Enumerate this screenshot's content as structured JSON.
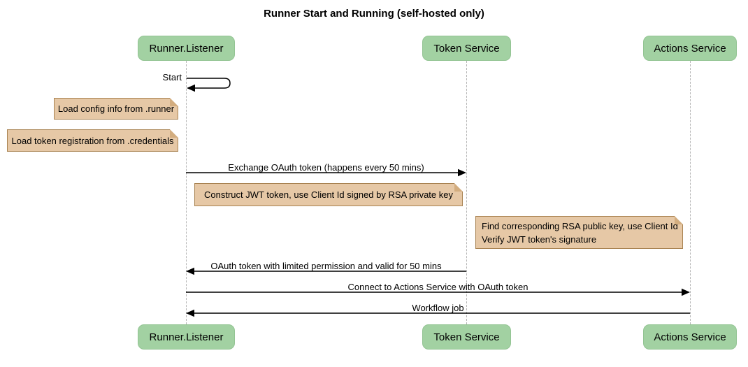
{
  "title": "Runner Start and Running (self-hosted only)",
  "participants": [
    {
      "name": "Runner.Listener"
    },
    {
      "name": "Token Service"
    },
    {
      "name": "Actions Service"
    }
  ],
  "messages": {
    "start": "Start",
    "exchange": "Exchange OAuth token (happens every 50 mins)",
    "oauth_return": "OAuth token with limited permission and valid for 50 mins",
    "connect": "Connect to Actions Service with OAuth token",
    "workflow": "Workflow job"
  },
  "notes": {
    "config": "Load config info from .runner",
    "credentials": "Load token registration from .credentials",
    "jwt": "Construct JWT token, use Client Id signed by RSA private key",
    "verify_line1": "Find corresponding RSA public key, use Client Id",
    "verify_line2": "Verify JWT token's signature"
  },
  "colors": {
    "participant_fill": "#a2d1a2",
    "note_fill": "#e6c8a6",
    "note_border": "#a98352",
    "lifeline": "#b5b5b5",
    "message_line": "#000000",
    "background": "#ffffff"
  }
}
